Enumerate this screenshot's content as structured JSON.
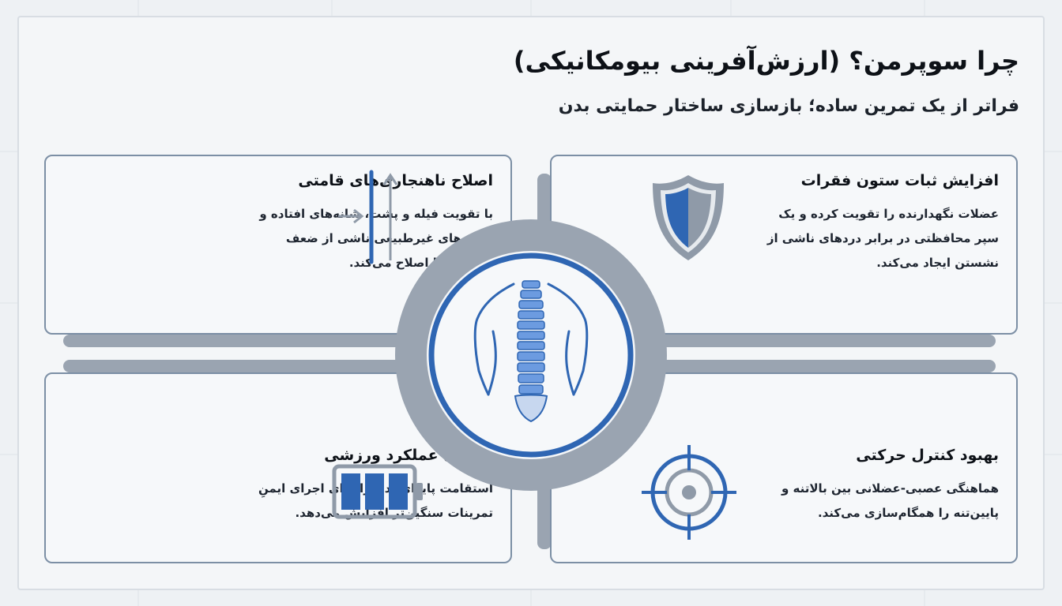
{
  "header": {
    "title": "چرا سوپرمن؟ (ارزش‌آفرینی بیومکانیکی)",
    "subtitle": "فراتر از یک تمرین ساده؛ بازسازی ساختار حمایتی بدن"
  },
  "cards": [
    {
      "title": "اصلاح ناهنجاری‌های قامتی",
      "lines": [
        "با تقویت فیله و پشت، شانه‌های افتاده و",
        "قوس‌های غیرطبیعی ناشی از ضعف",
        "عضلانی را اصلاح می‌کند."
      ],
      "icon": "posture-arrows-icon"
    },
    {
      "title": "افزایش ثبات ستون فقرات",
      "lines": [
        "عضلات نگهدارنده را تقویت کرده و یک",
        "سپر محافظتی در برابر دردهای ناشی از",
        "نشستن ایجاد می‌کند."
      ],
      "icon": "shield-icon"
    },
    {
      "title": "ارتقای عملکرد ورزشی",
      "lines": [
        "استقامت پایه‌ای بدن را برای اجرای ایمنِ",
        "تمرینات سنگین‌تر افزایش می‌دهد."
      ],
      "icon": "battery-icon"
    },
    {
      "title": "بهبود کنترل حرکتی",
      "lines": [
        "هماهنگی عصبی-عضلانی بین بالاتنه و",
        "پایین‌تنه را همگام‌سازی می‌کند."
      ],
      "icon": "target-icon"
    }
  ],
  "colors": {
    "accent_blue": "#2f66b3",
    "light_blue": "#6c9be0",
    "gray": "#8f9aa8",
    "card_border": "#7c8fa5"
  },
  "center_icon": "spine-back-icon"
}
